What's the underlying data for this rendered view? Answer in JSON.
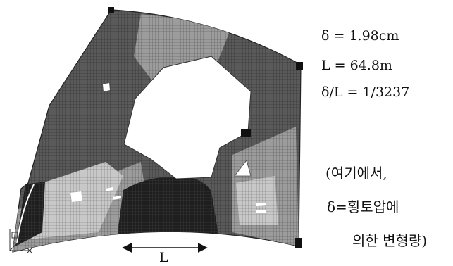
{
  "figure": {
    "span_label": "L",
    "annotations": {
      "delta_eq": "δ = 1.98cm",
      "length_eq": "L = 64.8m",
      "ratio_eq": "δ/L = 1/3237"
    },
    "note": {
      "line1": "(여기에서,",
      "line2": "δ=횡토압에",
      "line3": "의한 변형량)"
    },
    "colors": {
      "mesh_dark": "#1e1e1e",
      "mesh_mid": "#5a5a5a",
      "mesh_light": "#9c9c9c",
      "mesh_lightest": "#c8c8c8",
      "hole": "#ffffff"
    }
  }
}
